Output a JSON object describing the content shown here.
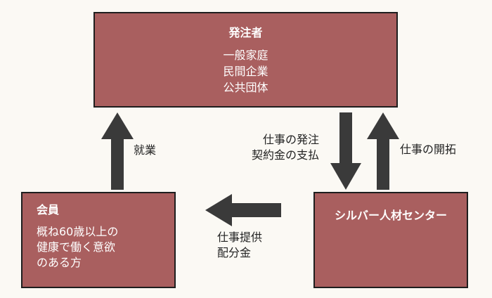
{
  "orderer": {
    "title": "発注者",
    "lines": [
      "一般家庭",
      "民間企業",
      "公共団体"
    ]
  },
  "member": {
    "title": "会員",
    "lines": [
      "概ね60歳以上の",
      "健康で働く意欲",
      "のある方"
    ]
  },
  "center": {
    "title": "シルバー人材センター"
  },
  "labels": {
    "employment": "就業",
    "order_lines": [
      "仕事の発注",
      "契約金の支払"
    ],
    "development": "仕事の開拓",
    "provide_lines": [
      "仕事提供",
      "配分金"
    ]
  },
  "colors": {
    "box_fill": "#a95f5f",
    "box_border": "#1e1e1e",
    "arrow": "#3a3a3a",
    "background": "#fbf9f4"
  }
}
